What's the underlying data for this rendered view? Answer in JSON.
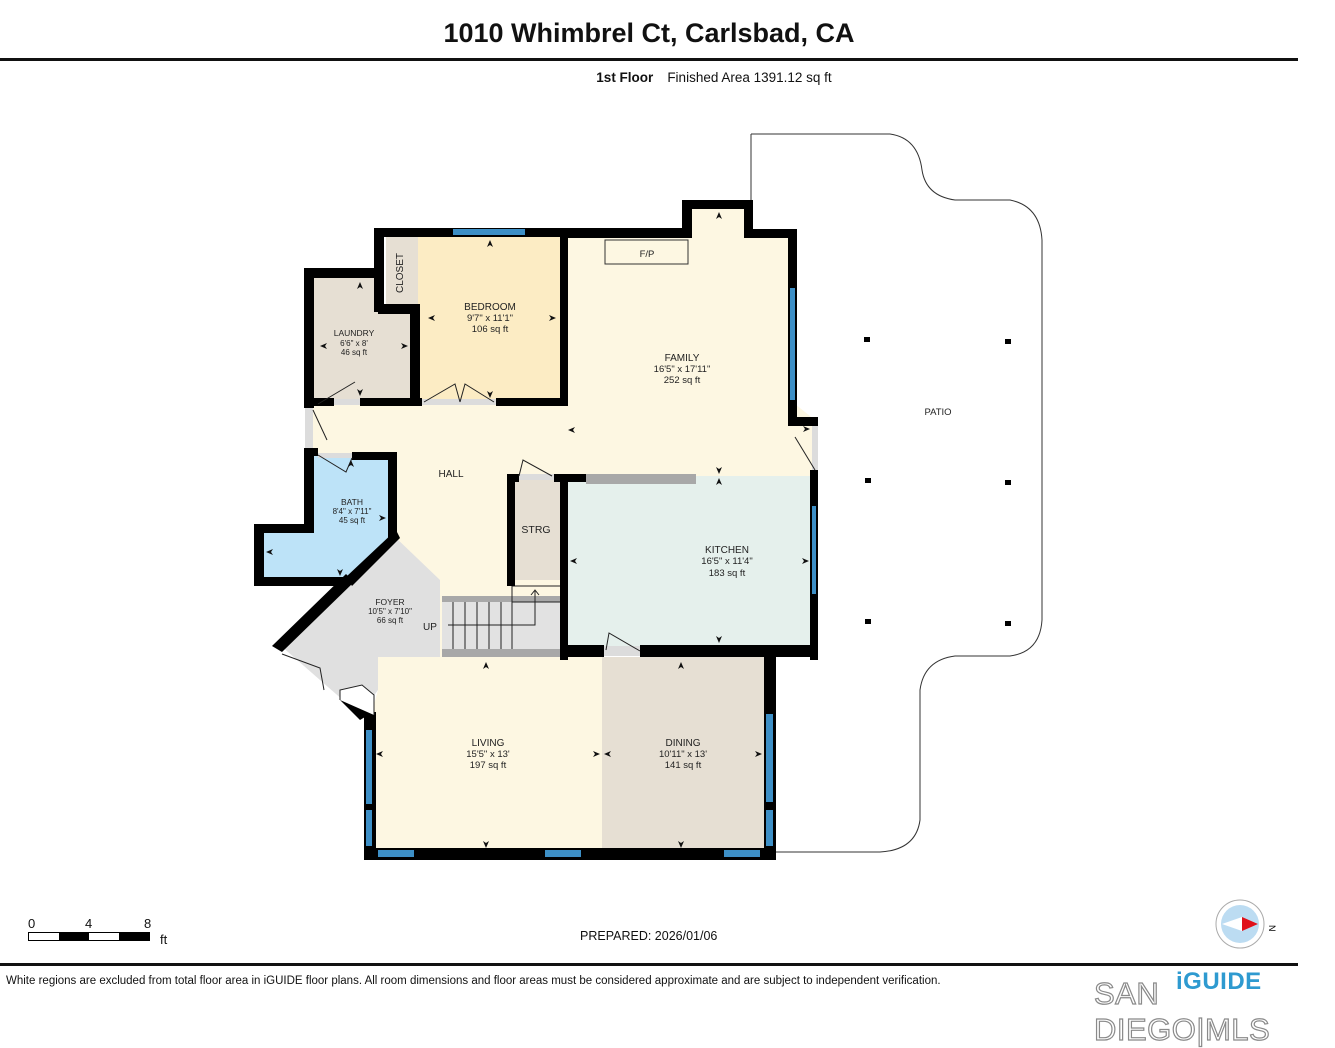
{
  "header": {
    "title": "1010 Whimbrel Ct, Carlsbad, CA",
    "floor_label": "1st Floor",
    "finished_area": "Finished Area 1391.12 sq ft"
  },
  "rooms": {
    "bedroom": {
      "name": "BEDROOM",
      "dims": "9'7\" x 11'1\"",
      "area": "106 sq ft",
      "color": "#fcecc4"
    },
    "closet": {
      "name": "CLOSET",
      "color": "#e6dfd3"
    },
    "laundry": {
      "name": "LAUNDRY",
      "dims": "6'6\" x 8'",
      "area": "46 sq ft",
      "color": "#e6dfd3"
    },
    "family": {
      "name": "FAMILY",
      "dims": "16'5\" x 17'11\"",
      "area": "252 sq ft",
      "color": "#fdf7e2"
    },
    "fireplace": {
      "name": "F/P"
    },
    "hall": {
      "name": "HALL",
      "color": "#fdf7e2"
    },
    "bath": {
      "name": "BATH",
      "dims": "8'4\" x 7'11\"",
      "area": "45 sq ft",
      "color": "#bde3f8"
    },
    "storage": {
      "name": "STRG",
      "color": "#e6dfd3"
    },
    "kitchen": {
      "name": "KITCHEN",
      "dims": "16'5\" x 11'4\"",
      "area": "183 sq ft",
      "color": "#e5f0ec"
    },
    "foyer": {
      "name": "FOYER",
      "dims": "10'5\" x 7'10\"",
      "area": "66 sq ft",
      "color": "#e0e0e0"
    },
    "stairs": {
      "label": "UP"
    },
    "living": {
      "name": "LIVING",
      "dims": "15'5\" x 13'",
      "area": "197 sq ft",
      "color": "#fdf7e2"
    },
    "dining": {
      "name": "DINING",
      "dims": "10'11\" x 13'",
      "area": "141 sq ft",
      "color": "#e6dfd3"
    },
    "patio": {
      "name": "PATIO"
    }
  },
  "colors": {
    "wall": "#000000",
    "window": "#3d8fc6",
    "door_opening": "#dcdcdc"
  },
  "scale_bar": {
    "ticks": [
      "0",
      "4",
      "8"
    ],
    "unit": "ft"
  },
  "footer": {
    "prepared": "PREPARED: 2026/01/06",
    "disclaimer": "White regions are excluded from total floor area in iGUIDE floor plans. All room dimensions and floor areas must be considered approximate and are subject to independent verification.",
    "iguide_logo": "iGUIDE",
    "mls_logo": "SAN DIEGO|MLS",
    "compass_label": "N"
  }
}
